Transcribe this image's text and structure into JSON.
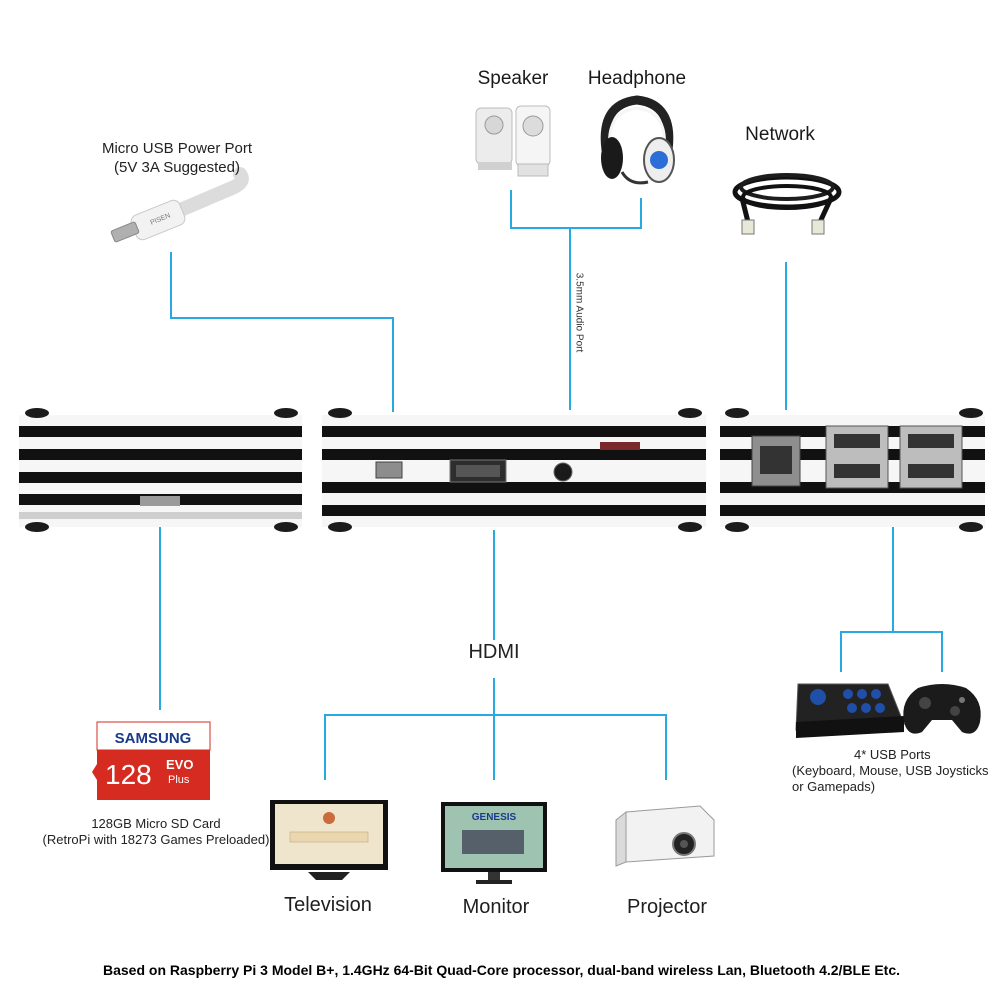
{
  "labels": {
    "speaker": "Speaker",
    "headphone": "Headphone",
    "network": "Network",
    "power_line1": "Micro USB Power Port",
    "power_line2": "(5V 3A Suggested)",
    "audio_port": "3.5mm Audio Port",
    "hdmi": "HDMI",
    "sd_line1": "128GB Micro SD Card",
    "sd_line2": "(RetroPi with 18273 Games Preloaded)",
    "usb_line1": "4* USB Ports",
    "usb_line2": "(Keyboard, Mouse, USB Joysticks",
    "usb_line3": "or Gamepads)",
    "television": "Television",
    "monitor": "Monitor",
    "projector": "Projector"
  },
  "device_text": {
    "sd_brand": "SAMSUNG",
    "sd_capacity": "128",
    "sd_evo": "EVO",
    "sd_plus": "Plus",
    "cable_brand": "PISEN",
    "monitor_screen": "GENESIS"
  },
  "footer": "Based on Raspberry Pi 3 Model B+, 1.4GHz 64-Bit Quad-Core processor, dual-band wireless Lan, Bluetooth 4.2/BLE Etc.",
  "colors": {
    "connector_line": "#29a9e1",
    "sd_red": "#d62b20",
    "case_black": "#111111"
  }
}
